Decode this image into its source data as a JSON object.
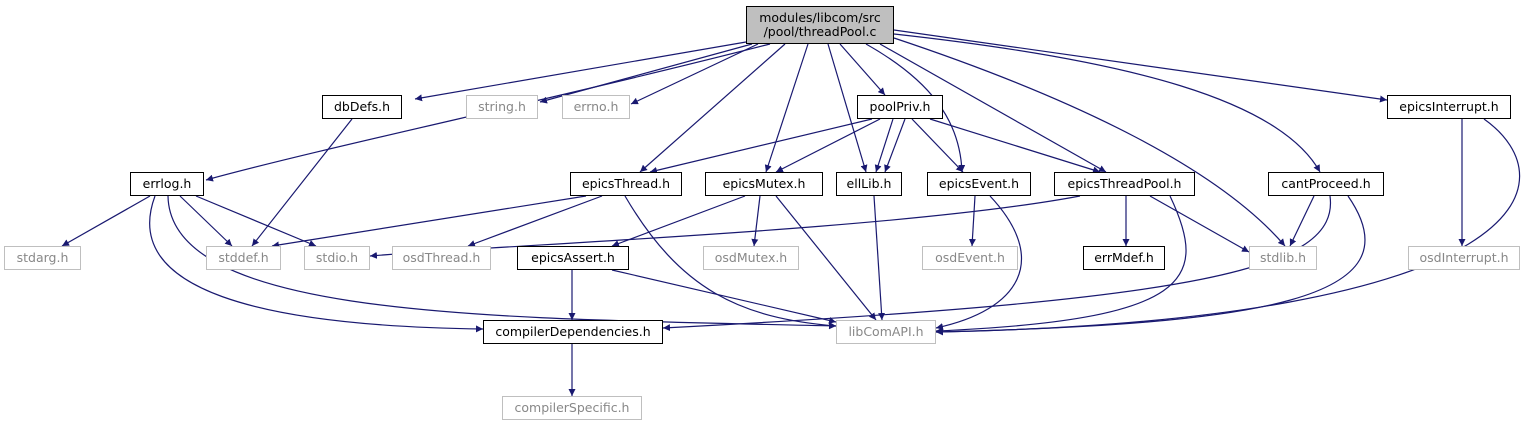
{
  "diagram": {
    "type": "include-dependency-graph",
    "colors": {
      "edge": "#191970",
      "root_fill": "#bfbfbf",
      "external_border": "#bfbfbf",
      "external_text": "#888888",
      "node_border": "#000000"
    },
    "nodes": {
      "root": {
        "line1": "modules/libcom/src",
        "line2": "/pool/threadPool.c"
      },
      "dbDefs": {
        "label": "dbDefs.h"
      },
      "string": {
        "label": "string.h"
      },
      "errno": {
        "label": "errno.h"
      },
      "poolPriv": {
        "label": "poolPriv.h"
      },
      "epicsInterrupt": {
        "label": "epicsInterrupt.h"
      },
      "errlog": {
        "label": "errlog.h"
      },
      "epicsThread": {
        "label": "epicsThread.h"
      },
      "epicsMutex": {
        "label": "epicsMutex.h"
      },
      "ellLib": {
        "label": "ellLib.h"
      },
      "epicsEvent": {
        "label": "epicsEvent.h"
      },
      "epicsThreadPool": {
        "label": "epicsThreadPool.h"
      },
      "cantProceed": {
        "label": "cantProceed.h"
      },
      "osdInterrupt": {
        "label": "osdInterrupt.h"
      },
      "stdarg": {
        "label": "stdarg.h"
      },
      "stddef": {
        "label": "stddef.h"
      },
      "stdio": {
        "label": "stdio.h"
      },
      "osdThread": {
        "label": "osdThread.h"
      },
      "epicsAssert": {
        "label": "epicsAssert.h"
      },
      "osdMutex": {
        "label": "osdMutex.h"
      },
      "osdEvent": {
        "label": "osdEvent.h"
      },
      "errMdef": {
        "label": "errMdef.h"
      },
      "stdlib": {
        "label": "stdlib.h"
      },
      "compilerDependencies": {
        "label": "compilerDependencies.h"
      },
      "libComAPI": {
        "label": "libComAPI.h"
      },
      "compilerSpecific": {
        "label": "compilerSpecific.h"
      }
    }
  }
}
